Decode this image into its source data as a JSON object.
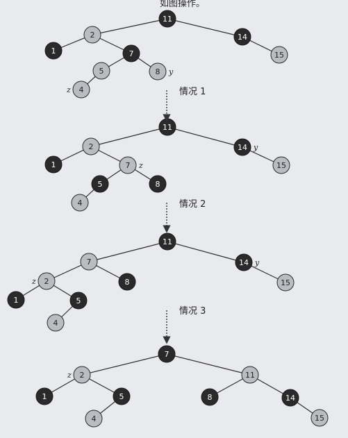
{
  "page": {
    "topline": "如图操作。"
  },
  "cases": [
    "情况 1",
    "情况 2",
    "情况 3"
  ],
  "trees": [
    {
      "nodes": [
        {
          "id": "n11",
          "key": "11",
          "color": "black"
        },
        {
          "id": "n2",
          "key": "2",
          "color": "grey"
        },
        {
          "id": "n14",
          "key": "14",
          "color": "black"
        },
        {
          "id": "n1",
          "key": "1",
          "color": "black"
        },
        {
          "id": "n7",
          "key": "7",
          "color": "black"
        },
        {
          "id": "n15",
          "key": "15",
          "color": "grey"
        },
        {
          "id": "n5",
          "key": "5",
          "color": "grey"
        },
        {
          "id": "n8",
          "key": "8",
          "color": "grey"
        },
        {
          "id": "n4",
          "key": "4",
          "color": "grey"
        }
      ],
      "edges": [
        [
          "n11",
          "n2"
        ],
        [
          "n11",
          "n14"
        ],
        [
          "n2",
          "n1"
        ],
        [
          "n2",
          "n7"
        ],
        [
          "n14",
          "n15"
        ],
        [
          "n7",
          "n5"
        ],
        [
          "n7",
          "n8"
        ],
        [
          "n5",
          "n4"
        ]
      ],
      "tags": [
        {
          "node": "n8",
          "text": "y",
          "side": "right"
        },
        {
          "node": "n4",
          "text": "z",
          "side": "left"
        }
      ]
    },
    {
      "nodes": [
        {
          "id": "n11",
          "key": "11",
          "color": "black"
        },
        {
          "id": "n2",
          "key": "2",
          "color": "grey"
        },
        {
          "id": "n14",
          "key": "14",
          "color": "black"
        },
        {
          "id": "n1",
          "key": "1",
          "color": "black"
        },
        {
          "id": "n7",
          "key": "7",
          "color": "grey"
        },
        {
          "id": "n15",
          "key": "15",
          "color": "grey"
        },
        {
          "id": "n5",
          "key": "5",
          "color": "black"
        },
        {
          "id": "n8",
          "key": "8",
          "color": "black"
        },
        {
          "id": "n4",
          "key": "4",
          "color": "grey"
        }
      ],
      "edges": [
        [
          "n11",
          "n2"
        ],
        [
          "n11",
          "n14"
        ],
        [
          "n2",
          "n1"
        ],
        [
          "n2",
          "n7"
        ],
        [
          "n14",
          "n15"
        ],
        [
          "n7",
          "n5"
        ],
        [
          "n7",
          "n8"
        ],
        [
          "n5",
          "n4"
        ]
      ],
      "tags": [
        {
          "node": "n14",
          "text": "y",
          "side": "right"
        },
        {
          "node": "n7",
          "text": "z",
          "side": "right"
        }
      ]
    },
    {
      "nodes": [
        {
          "id": "n11",
          "key": "11",
          "color": "black"
        },
        {
          "id": "n7",
          "key": "7",
          "color": "grey"
        },
        {
          "id": "n14",
          "key": "14",
          "color": "black"
        },
        {
          "id": "n2",
          "key": "2",
          "color": "grey"
        },
        {
          "id": "n8",
          "key": "8",
          "color": "black"
        },
        {
          "id": "n15",
          "key": "15",
          "color": "grey"
        },
        {
          "id": "n1",
          "key": "1",
          "color": "black"
        },
        {
          "id": "n5",
          "key": "5",
          "color": "black"
        },
        {
          "id": "n4",
          "key": "4",
          "color": "grey"
        }
      ],
      "edges": [
        [
          "n11",
          "n7"
        ],
        [
          "n11",
          "n14"
        ],
        [
          "n7",
          "n2"
        ],
        [
          "n7",
          "n8"
        ],
        [
          "n14",
          "n15"
        ],
        [
          "n2",
          "n1"
        ],
        [
          "n2",
          "n5"
        ],
        [
          "n5",
          "n4"
        ]
      ],
      "tags": [
        {
          "node": "n14",
          "text": "y",
          "side": "right"
        },
        {
          "node": "n2",
          "text": "z",
          "side": "left"
        }
      ]
    },
    {
      "nodes": [
        {
          "id": "n7",
          "key": "7",
          "color": "black"
        },
        {
          "id": "n2",
          "key": "2",
          "color": "grey"
        },
        {
          "id": "n11",
          "key": "11",
          "color": "grey"
        },
        {
          "id": "n1",
          "key": "1",
          "color": "black"
        },
        {
          "id": "n5",
          "key": "5",
          "color": "black"
        },
        {
          "id": "n8",
          "key": "8",
          "color": "black"
        },
        {
          "id": "n14",
          "key": "14",
          "color": "black"
        },
        {
          "id": "n4",
          "key": "4",
          "color": "grey"
        },
        {
          "id": "n15",
          "key": "15",
          "color": "grey"
        }
      ],
      "edges": [
        [
          "n7",
          "n2"
        ],
        [
          "n7",
          "n11"
        ],
        [
          "n2",
          "n1"
        ],
        [
          "n2",
          "n5"
        ],
        [
          "n11",
          "n8"
        ],
        [
          "n11",
          "n14"
        ],
        [
          "n5",
          "n4"
        ],
        [
          "n14",
          "n15"
        ]
      ],
      "tags": [
        {
          "node": "n2",
          "text": "z",
          "side": "left"
        }
      ]
    }
  ]
}
